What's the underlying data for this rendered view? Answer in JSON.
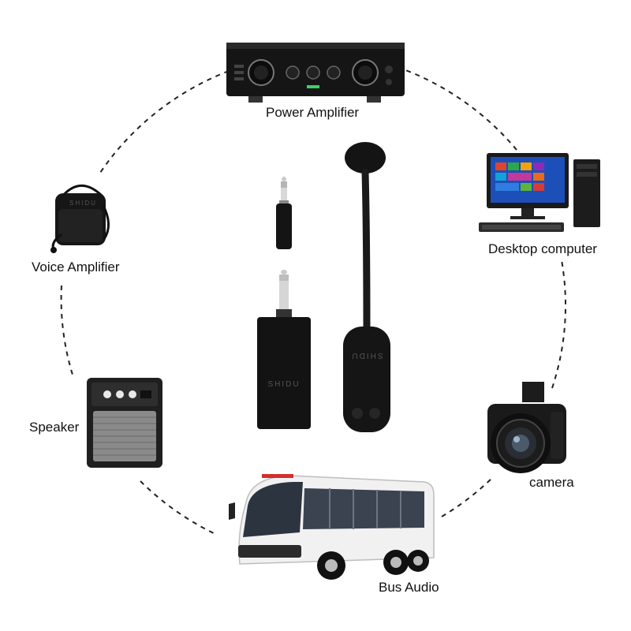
{
  "devices": {
    "power_amplifier": {
      "label": "Power Amplifier"
    },
    "desktop_computer": {
      "label": "Desktop computer"
    },
    "voice_amplifier": {
      "label": "Voice Amplifier",
      "brand": "SHIDU"
    },
    "speaker": {
      "label": "Speaker"
    },
    "camera": {
      "label": "camera"
    },
    "bus_audio": {
      "label": "Bus Audio"
    }
  },
  "product": {
    "receiver_brand": "SHIDU",
    "transmitter_brand": "SHIDU"
  },
  "colors": {
    "dash_line": "#222222",
    "device_black": "#111111",
    "screen_blue": "#1d4fb8"
  }
}
